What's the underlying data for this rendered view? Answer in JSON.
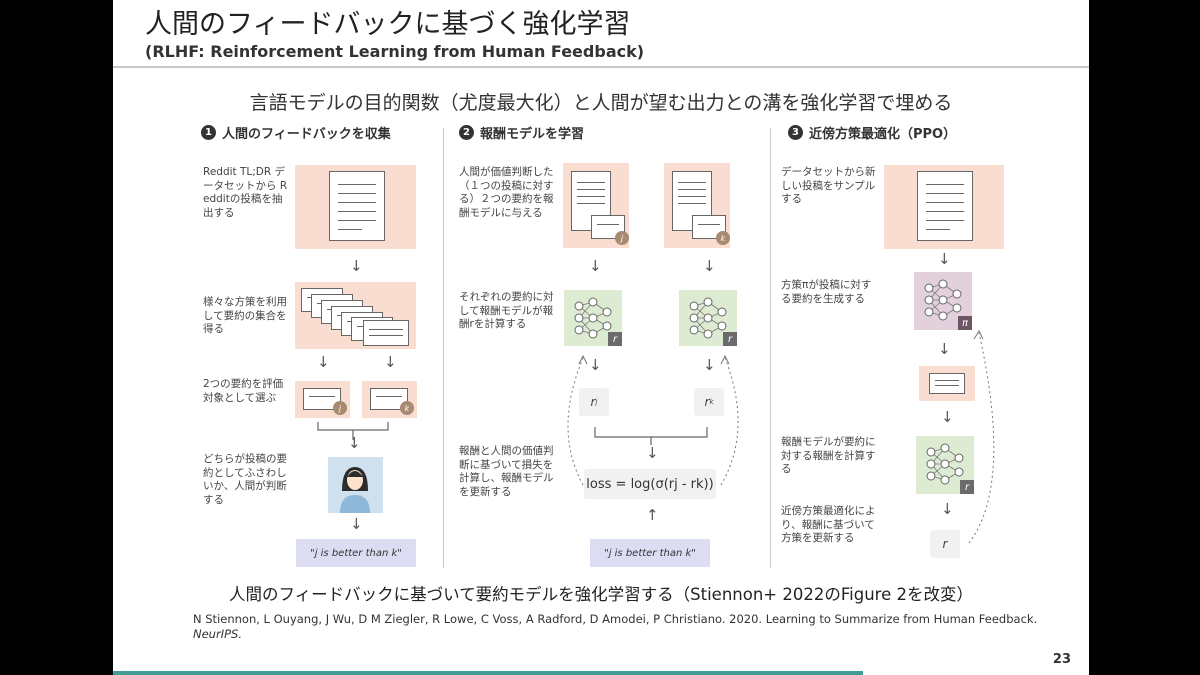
{
  "slide": {
    "title": "人間のフィードバックに基づく強化学習",
    "subtitle": "(RLHF: Reinforcement Learning from Human Feedback)",
    "headline": "言語モデルの目的関数（尤度最大化）と人間が望む出力との溝を強化学習で埋める",
    "page_number": "23"
  },
  "columns": [
    {
      "number": "1",
      "title": "人間のフィードバックを収集",
      "notes": [
        "Reddit TL;DR データセットから Redditの投稿を抽出する",
        "様々な方策を利用して要約の集合を得る",
        "2つの要約を評価対象として選ぶ",
        "どちらが投稿の要約としてふさわしいか、人間が判断する"
      ],
      "badge_j": "j",
      "badge_k": "k",
      "judgement": "\"j is better than k\""
    },
    {
      "number": "2",
      "title": "報酬モデルを学習",
      "notes": [
        "人間が価値判断した（１つの投稿に対する）２つの要約を報酬モデルに与える",
        "それぞれの要約に対して報酬モデルが報酬rを計算する",
        "報酬と人間の価値判断に基づいて損失を計算し、報酬モデルを更新する"
      ],
      "badge_j": "j",
      "badge_k": "k",
      "model_tag": "r",
      "reward_j": "r",
      "reward_j_sub": "j",
      "reward_k": "r",
      "reward_k_sub": "k",
      "loss": "loss = log(σ(rj - rk))",
      "judgement": "\"j is better than k\""
    },
    {
      "number": "3",
      "title": "近傍方策最適化（PPO）",
      "notes": [
        "データセットから新しい投稿をサンプルする",
        "方策πが投稿に対する要約を生成する",
        "報酬モデルが要約に対する報酬を計算する",
        "近傍方策最適化により、報酬に基づいて方策を更新する"
      ],
      "policy_tag": "π",
      "model_tag": "r",
      "reward": "r"
    }
  ],
  "caption": "人間のフィードバックに基づいて要約モデルを強化学習する（Stiennon+ 2022のFigure 2を改変）",
  "reference": {
    "authors": "N Stiennon, L Ouyang, J Wu, D M Ziegler, R Lowe, C Voss, A Radford, D Amodei, P Christiano. 2020. Learning to Summarize from Human Feedback.",
    "venue": "NeurIPS."
  },
  "colors": {
    "document_box": "#f9ddd0",
    "network_box": "#dcebd2",
    "policy_box": "#e2d1dc",
    "judgement_box": "#dcdcf3",
    "footer_bar": "#3e9e96"
  },
  "icons": [
    "document-icon",
    "neural-network-icon",
    "person-icon",
    "arrow-down-icon",
    "arrow-up-icon",
    "dotted-feedback-arrow"
  ]
}
